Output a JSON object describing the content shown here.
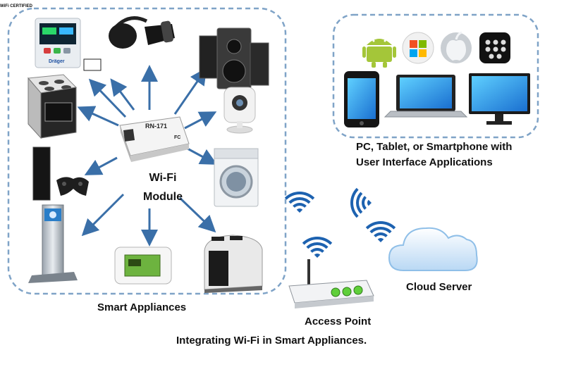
{
  "module": {
    "label_line1": "Wi-Fi",
    "label_line2": "Module",
    "part_number": "RN-171",
    "chip_mark": "FC"
  },
  "groups": {
    "smart_appliances": "Smart Appliances",
    "user_devices_line1": "PC, Tablet, or Smartphone with",
    "user_devices_line2": "User Interface Applications"
  },
  "nodes": {
    "cloud_server": "Cloud Server",
    "access_point": "Access Point"
  },
  "caption": "Integrating Wi-Fi in Smart Appliances.",
  "badges": {
    "wifi_certified": "WiFi CERTIFIED",
    "monitor_brand": "Dräger"
  },
  "icons": [
    "patient-monitor-icon",
    "headphones-icon",
    "speaker-system-icon",
    "wifi-certified-badge-icon",
    "electric-range-icon",
    "security-camera-icon",
    "game-console-icon",
    "washing-machine-icon",
    "charging-station-icon",
    "thermostat-icon",
    "toaster-icon",
    "android-icon",
    "windows-icon",
    "apple-icon",
    "blackberry-icon",
    "smartphone-icon",
    "laptop-icon",
    "monitor-icon",
    "wifi-signal-icon",
    "cloud-icon",
    "router-icon"
  ],
  "colors": {
    "dashed_border": "#7fa3c7",
    "arrow": "#3a6fa8",
    "wifi_signal": "#1d62b0",
    "router_led": "#5fcf3a",
    "android_green": "#a4c639",
    "cloud": "#d9ebfb"
  }
}
